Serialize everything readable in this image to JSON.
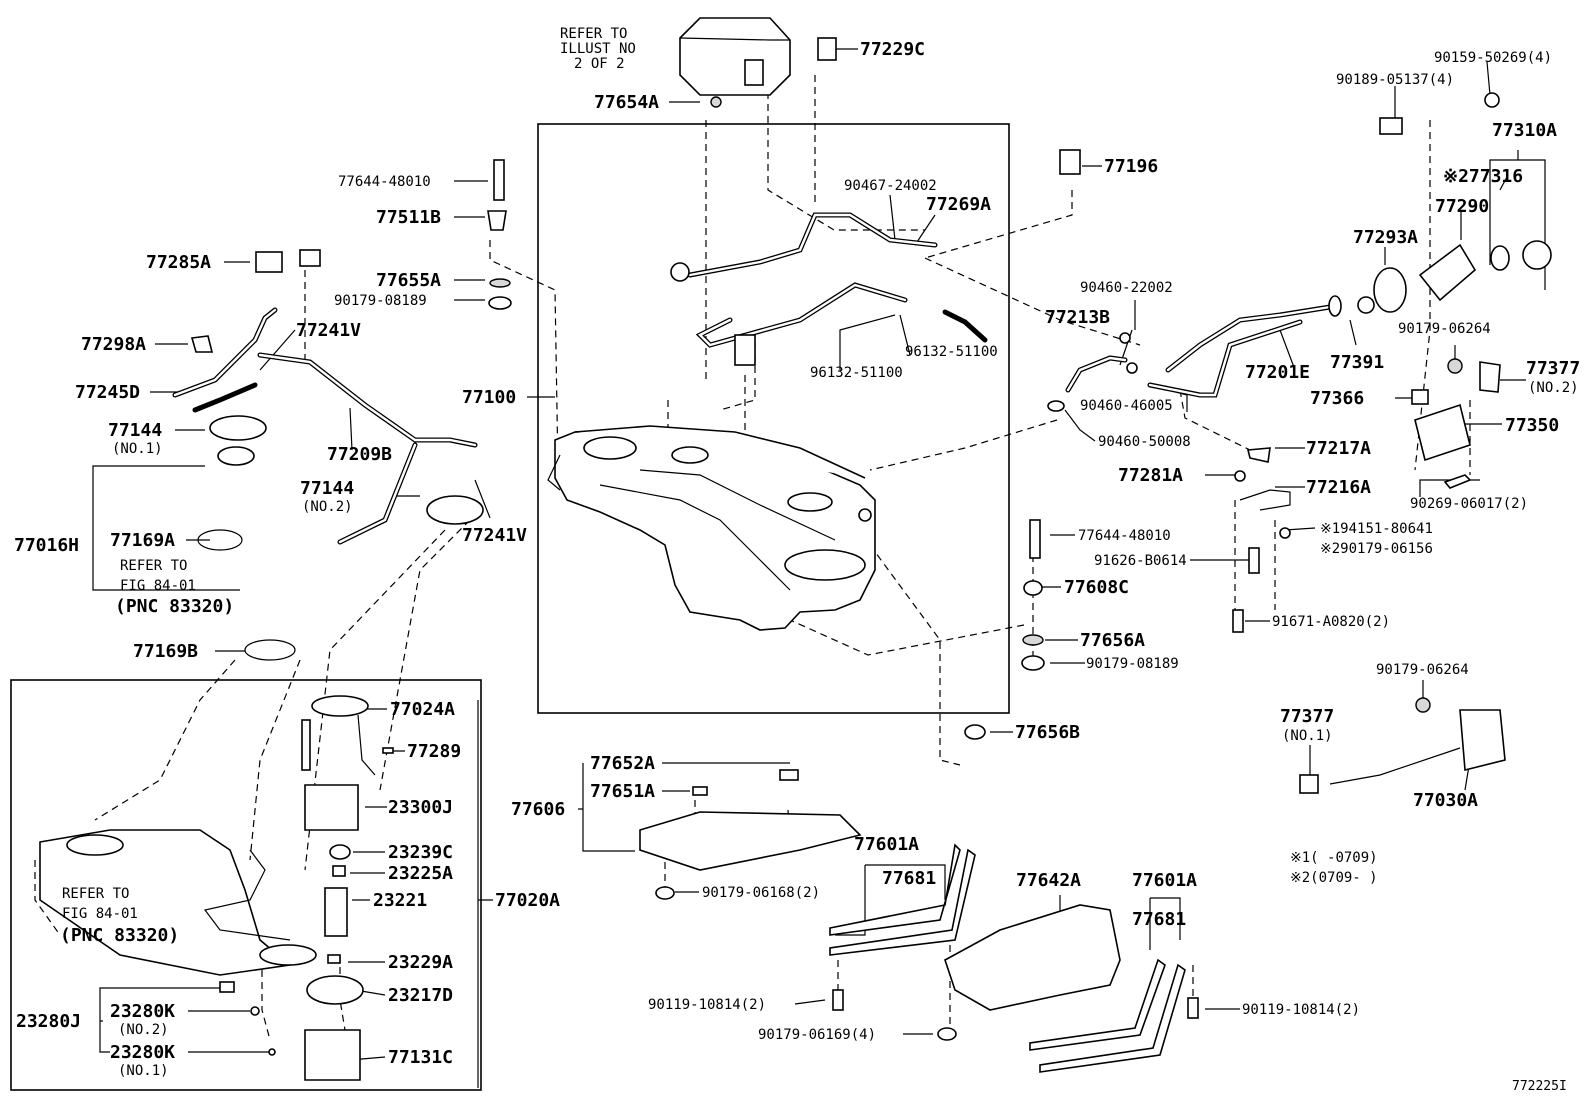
{
  "labels": {
    "refer_illust": [
      "REFER TO",
      "ILLUST NO",
      "2 OF 2"
    ],
    "p77229C": "77229C",
    "p77654A": "77654A",
    "p77644_48010_top": "77644-48010",
    "p77511B": "77511B",
    "p77285A": "77285A",
    "p77655A": "77655A",
    "p90179_08189_top": "90179-08189",
    "p77298A": "77298A",
    "p77241V_top": "77241V",
    "p77245D": "77245D",
    "p77144_no1": "77144",
    "no1_a": "(NO.1)",
    "p77209B": "77209B",
    "p77144_no2": "77144",
    "no2_a": "(NO.2)",
    "p77016H": "77016H",
    "p77169A": "77169A",
    "p77241V_bot": "77241V",
    "refer_fig_left": [
      "REFER TO",
      "FIG 84-01",
      "(PNC 83320)"
    ],
    "p77169B": "77169B",
    "p77100": "77100",
    "p90467_24002": "90467-24002",
    "p77269A": "77269A",
    "p96132_51100_a": "96132-51100",
    "p96132_51100_b": "96132-51100",
    "p77196": "77196",
    "p90159_50269": "90159-50269(4)",
    "p90189_05137": "90189-05137(4)",
    "p77310A": "77310A",
    "p77316": "※277316",
    "p77290": "77290",
    "p77293A": "77293A",
    "p90460_22002": "90460-22002",
    "p77213B": "77213B",
    "p77201E": "77201E",
    "p77391": "77391",
    "p90179_06264_top": "90179-06264",
    "p77377_no2": "77377",
    "no2_b": "(NO.2)",
    "p77366": "77366",
    "p90460_46005": "90460-46005",
    "p77350": "77350",
    "p90460_50008": "90460-50008",
    "p77217A": "77217A",
    "p77281A": "77281A",
    "p77216A": "77216A",
    "p90269_06017": "90269-06017(2)",
    "p94151_80641": "※194151-80641",
    "p90179_06156": "※290179-06156",
    "p77644_48010_mid": "77644-48010",
    "p91626_B0614": "91626-B0614",
    "p77608C": "77608C",
    "p91671_A0820": "91671-A0820(2)",
    "p77656A": "77656A",
    "p90179_08189_mid": "90179-08189",
    "p90179_06264_bot": "90179-06264",
    "p77656B": "77656B",
    "p77377_no1": "77377",
    "no1_b": "(NO.1)",
    "p77030A": "77030A",
    "p77024A": "77024A",
    "p77289": "77289",
    "p23300J": "23300J",
    "p23239C": "23239C",
    "p23225A": "23225A",
    "p23221": "23221",
    "p77020A": "77020A",
    "refer_fig_box": [
      "REFER TO",
      "FIG 84-01",
      "(PNC 83320)"
    ],
    "p23229A": "23229A",
    "p23217D": "23217D",
    "p23280J": "23280J",
    "p23280K_no2": "23280K",
    "no2_c": "(NO.2)",
    "p23280K_no1": "23280K",
    "no1_c": "(NO.1)",
    "p77131C": "77131C",
    "p77652A": "77652A",
    "p77651A": "77651A",
    "p77606": "77606",
    "p90179_06168": "90179-06168(2)",
    "p77601A_left": "77601A",
    "p77681_left": "77681",
    "p77642A": "77642A",
    "p77601A_right": "77601A",
    "p77681_right": "77681",
    "p90119_10814_left": "90119-10814(2)",
    "p90179_06169": "90179-06169(4)",
    "p90119_10814_right": "90119-10814(2)",
    "note1": "※1(      -0709)",
    "note2": "※2(0709-      )",
    "figure_id": "772225I"
  }
}
